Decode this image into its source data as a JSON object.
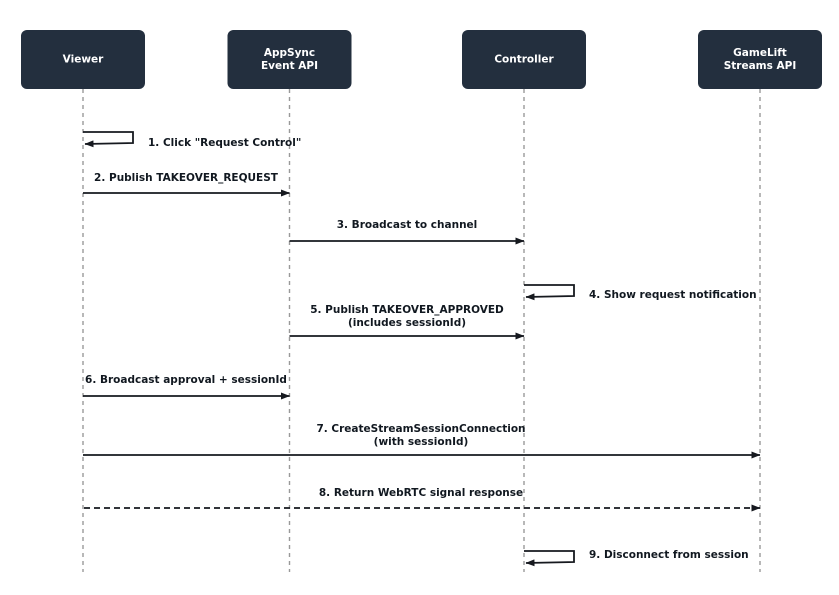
{
  "diagram": {
    "type": "sequence-diagram",
    "background_color": "#ffffff",
    "participant_box_color": "#232F3E",
    "participant_text_color": "#ffffff",
    "lifeline_color": "#999999",
    "arrow_color": "#16191F",
    "label_color": "#111820",
    "participants": [
      {
        "id": "viewer",
        "name": "Viewer",
        "lines": [
          "Viewer"
        ]
      },
      {
        "id": "appsync",
        "name": "AppSync Event API",
        "lines": [
          "AppSync",
          "Event API"
        ]
      },
      {
        "id": "controller",
        "name": "Controller",
        "lines": [
          "Controller"
        ]
      },
      {
        "id": "gamelift",
        "name": "GameLift Streams API",
        "lines": [
          "GameLift",
          "Streams API"
        ]
      }
    ],
    "messages": [
      {
        "number": "1",
        "label": "1. Click \"Request Control\"",
        "lines": [
          "1. Click \"Request Control\""
        ],
        "from": "viewer",
        "to": "viewer",
        "kind": "self",
        "line_style": "solid"
      },
      {
        "number": "2",
        "label": "2. Publish TAKEOVER_REQUEST",
        "lines": [
          "2. Publish TAKEOVER_REQUEST"
        ],
        "from": "viewer",
        "to": "appsync",
        "kind": "forward",
        "line_style": "solid"
      },
      {
        "number": "3",
        "label": "3. Broadcast to channel",
        "lines": [
          "3. Broadcast to channel"
        ],
        "from": "appsync",
        "to": "controller",
        "kind": "forward",
        "line_style": "solid"
      },
      {
        "number": "4",
        "label": "4. Show request notification",
        "lines": [
          "4. Show request notification"
        ],
        "from": "controller",
        "to": "controller",
        "kind": "self",
        "line_style": "solid"
      },
      {
        "number": "5",
        "label": "5. Publish TAKEOVER_APPROVED (includes sessionId)",
        "lines": [
          "5. Publish TAKEOVER_APPROVED",
          "(includes sessionId)"
        ],
        "from": "controller",
        "to": "appsync",
        "kind": "backward",
        "line_style": "solid"
      },
      {
        "number": "6",
        "label": "6. Broadcast approval + sessionId",
        "lines": [
          "6. Broadcast approval + sessionId"
        ],
        "from": "appsync",
        "to": "viewer",
        "kind": "backward",
        "line_style": "solid"
      },
      {
        "number": "7",
        "label": "7. CreateStreamSessionConnection (with sessionId)",
        "lines": [
          "7. CreateStreamSessionConnection",
          "(with sessionId)"
        ],
        "from": "viewer",
        "to": "gamelift",
        "kind": "forward",
        "line_style": "solid"
      },
      {
        "number": "8",
        "label": "8. Return WebRTC signal response",
        "lines": [
          "8. Return WebRTC signal response"
        ],
        "from": "gamelift",
        "to": "viewer",
        "kind": "backward",
        "line_style": "dashed"
      },
      {
        "number": "9",
        "label": "9. Disconnect from session",
        "lines": [
          "9. Disconnect from session"
        ],
        "from": "controller",
        "to": "controller",
        "kind": "self",
        "line_style": "solid"
      }
    ]
  }
}
